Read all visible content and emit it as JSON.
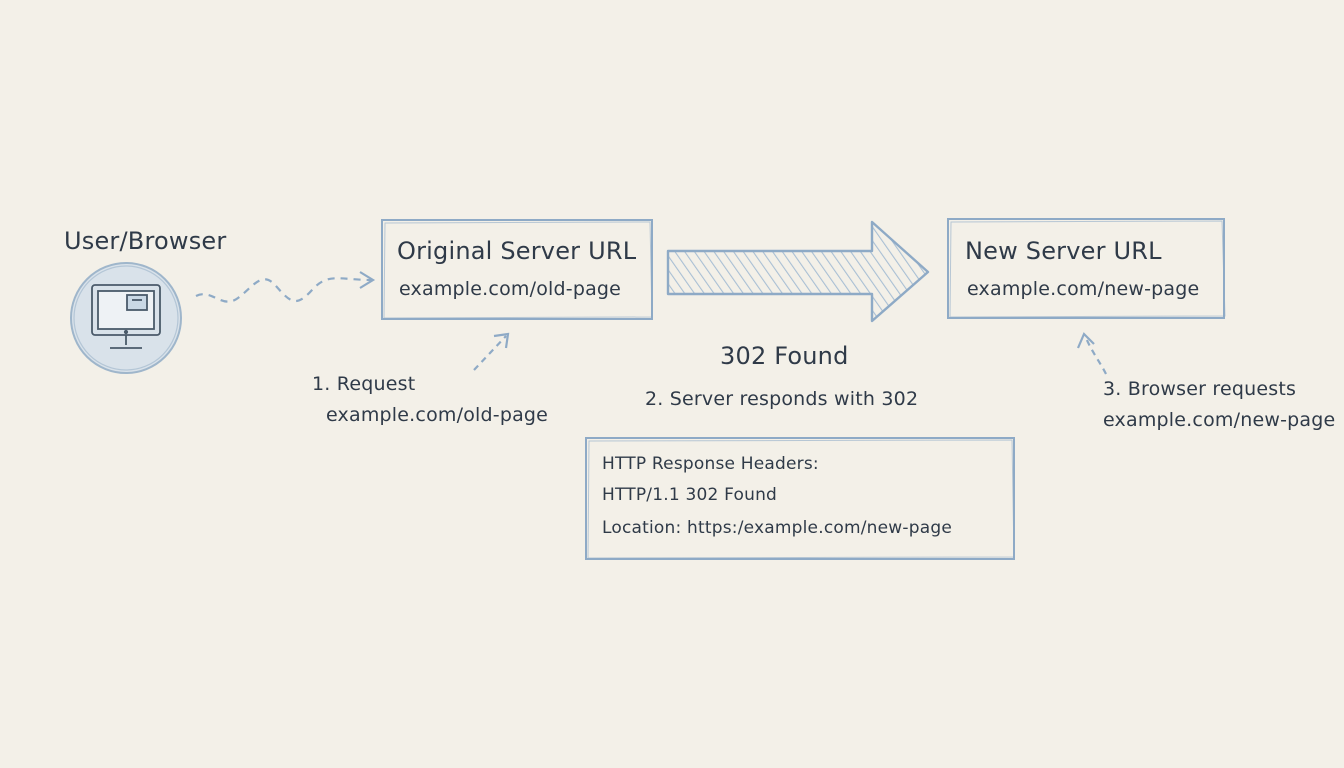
{
  "diagram": {
    "user": {
      "label": "User/Browser"
    },
    "original_server": {
      "title": "Original Server URL",
      "url": "example.com/old-page"
    },
    "new_server": {
      "title": "New Server URL",
      "url": "example.com/new-page"
    },
    "redirect": {
      "status": "302 Found",
      "step2": "2. Server responds with 302"
    },
    "step1": {
      "line1": "1. Request",
      "line2": "example.com/old-page"
    },
    "step3": {
      "line1": "3. Browser requests",
      "line2": "example.com/new-page"
    },
    "headers": {
      "title": "HTTP Response Headers:",
      "status_line": "HTTP/1.1 302 Found",
      "location": "Location: https:/example.com/new-page"
    },
    "colors": {
      "background": "#f3f0e8",
      "stroke": "#8eaac6",
      "text": "#2f3a48"
    },
    "icons": {
      "user": "monitor-icon"
    }
  }
}
